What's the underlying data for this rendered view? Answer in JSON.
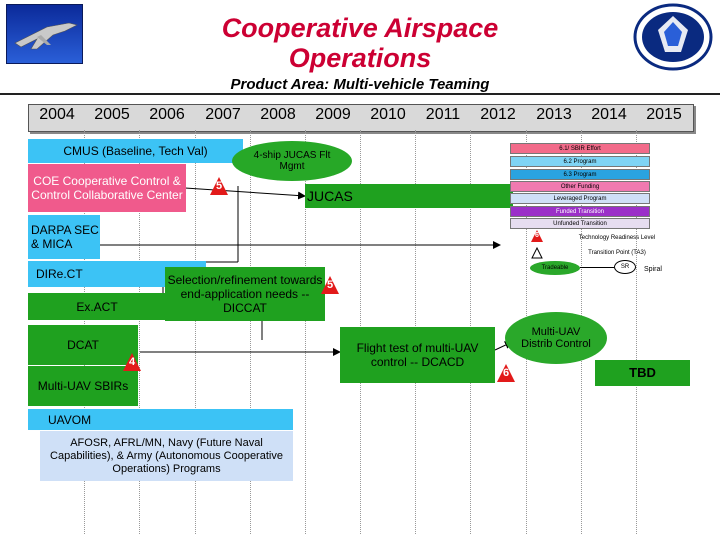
{
  "header": {
    "title_line1": "Cooperative Airspace",
    "title_line2": "Operations",
    "subtitle": "Product Area: Multi-vehicle Teaming"
  },
  "years": [
    "2004",
    "2005",
    "2006",
    "2007",
    "2008",
    "2009",
    "2010",
    "2011",
    "2012",
    "2013",
    "2014",
    "2015"
  ],
  "programs": {
    "cmus": "CMUS (Baseline, Tech Val)",
    "coe": "COE Cooperative Control & Control Collaborative Center",
    "jucas_flt": "4-ship JUCAS Flt Mgmt",
    "jucas": "JUCAS",
    "darpa": "DARPA SEC & MICA",
    "direct": "DIRe.CT",
    "exact": "Ex.ACT",
    "selection": "Selection/refinement towards end-application needs -- DICCAT",
    "dcat": "DCAT",
    "multi_uav_sbirs": "Multi-UAV SBIRs",
    "flight_test": "Flight test of multi-UAV control -- DCACD",
    "multi_uav_distrib": "Multi-UAV Distrib Control",
    "tbd": "TBD",
    "uavom": "UAVOM",
    "afosr": "AFOSR, AFRL/MN, Navy (Future Naval Capabilities), & Army (Autonomous Cooperative Operations) Programs"
  },
  "markers": {
    "trl_5a": "5",
    "trl_5b": "5",
    "trl_4": "4",
    "trl_6": "6"
  },
  "legend": {
    "items": [
      {
        "label": "6.1/ SBIR Effort",
        "color": "#f26b8a"
      },
      {
        "label": "6.2 Program",
        "color": "#7fd4f5"
      },
      {
        "label": "6.3 Program",
        "color": "#2aa3e0"
      },
      {
        "label": "Other Funding",
        "color": "#f07ab0"
      },
      {
        "label": "Leveraged Program",
        "color": "#cfe0f7"
      },
      {
        "label": "Funded Transition",
        "color": "#9b30c8"
      },
      {
        "label": "Unfunded Transition",
        "color": "#e6ddf0"
      }
    ],
    "trl_marker": "6",
    "trl_text": "Technology Readiness Level",
    "tp_text": "Transition Point (TA3)",
    "tradeable": "Tradeable",
    "sr": "SR",
    "spiral": "Spiral"
  },
  "colors": {
    "title": "#cc0033",
    "green": "#1fa11f",
    "blue": "#3cc3f5",
    "pink": "#f05a8c",
    "trl": "#e21a1a"
  }
}
